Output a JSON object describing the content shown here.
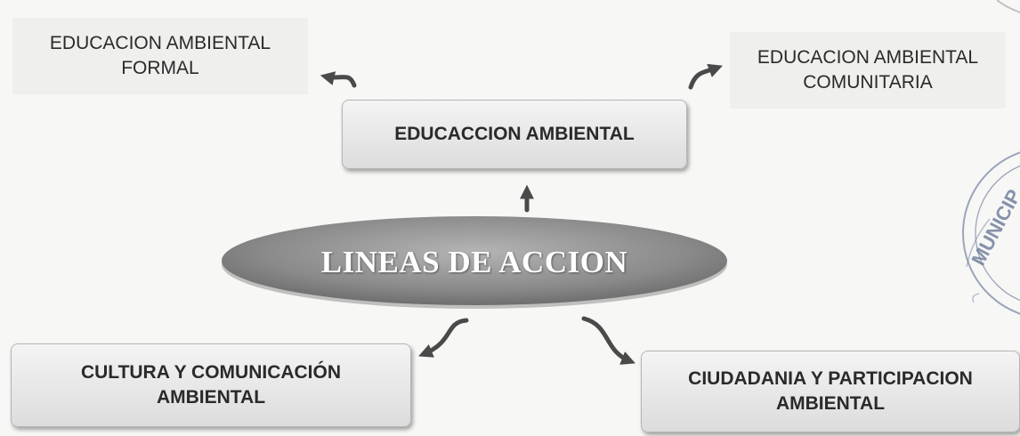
{
  "diagram": {
    "central_node": "LINEAS DE ACCION",
    "nodes": {
      "educaccion_ambiental": "EDUCACCION AMBIENTAL",
      "educacion_ambiental_formal": "EDUCACION AMBIENTAL FORMAL",
      "educacion_ambiental_comunitaria": "EDUCACION AMBIENTAL COMUNITARIA",
      "cultura_comunicacion": "CULTURA Y COMUNICACIÓN AMBIENTAL",
      "ciudadania_participacion": "CIUDADANIA Y PARTICIPACION AMBIENTAL"
    },
    "seal_fragment": "MUNICIP"
  },
  "colors": {
    "oval_fill": "#8a8a8a",
    "arrow": "#4a4a4a",
    "seal_ink": "#6b7a99"
  }
}
